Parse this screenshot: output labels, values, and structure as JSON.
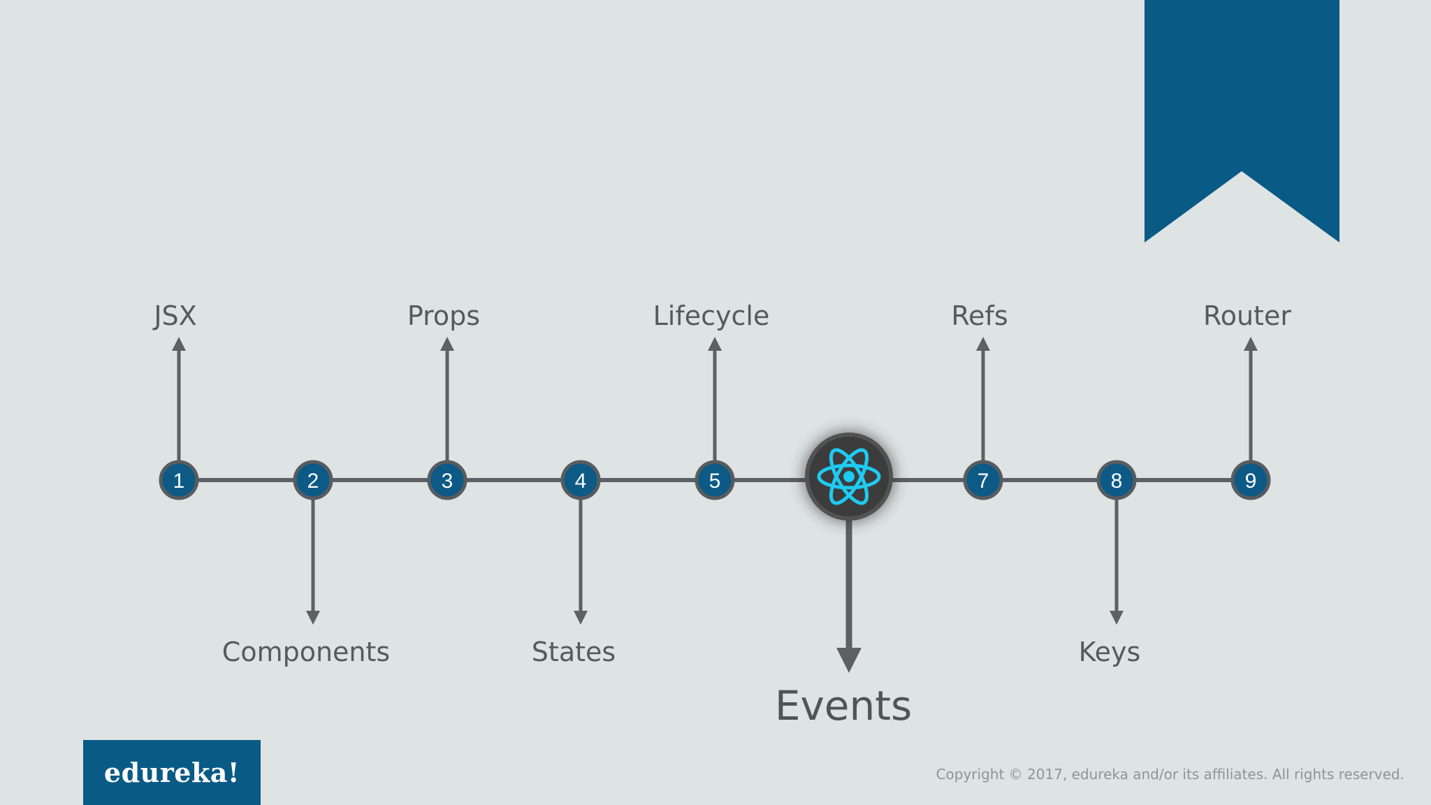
{
  "brand": {
    "logo_text": "edureka!",
    "copyright": "Copyright © 2017, edureka and/or its affiliates. All rights reserved.",
    "ribbon_color": "#0a5a86"
  },
  "colors": {
    "background": "#dee3e3",
    "line": "#5d6166",
    "node_fill": "#0d5a86",
    "node_ring": "#585c60",
    "react_logo": "#1ecbf2",
    "focus_node_fill": "#3c3c3c"
  },
  "timeline": {
    "focus_icon": "react-logo-icon",
    "items": [
      {
        "number": "1",
        "label": "JSX",
        "direction": "up"
      },
      {
        "number": "2",
        "label": "Components",
        "direction": "down"
      },
      {
        "number": "3",
        "label": "Props",
        "direction": "up"
      },
      {
        "number": "4",
        "label": "States",
        "direction": "down"
      },
      {
        "number": "5",
        "label": "Lifecycle",
        "direction": "up"
      },
      {
        "number": "",
        "label": "Events",
        "direction": "down",
        "focus": true
      },
      {
        "number": "7",
        "label": "Refs",
        "direction": "up"
      },
      {
        "number": "8",
        "label": "Keys",
        "direction": "down"
      },
      {
        "number": "9",
        "label": "Router",
        "direction": "up"
      }
    ]
  }
}
